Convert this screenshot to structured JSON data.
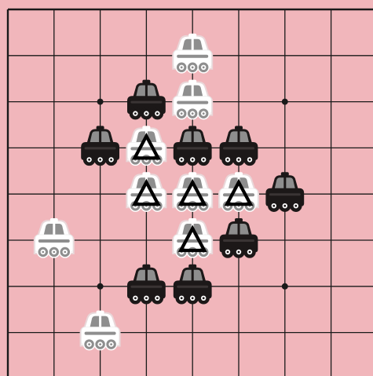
{
  "board": {
    "background_color": "#f1b6bb",
    "line_color": "#1a1a1a",
    "visible_columns": 9,
    "visible_rows": 9,
    "star_points": [
      {
        "col": 2,
        "row": 2
      },
      {
        "col": 6,
        "row": 2
      },
      {
        "col": 2,
        "row": 6
      },
      {
        "col": 6,
        "row": 6
      }
    ]
  },
  "pieces": [
    {
      "col": 4,
      "row": 1,
      "color": "white",
      "marked": false
    },
    {
      "col": 3,
      "row": 2,
      "color": "black",
      "marked": false
    },
    {
      "col": 4,
      "row": 2,
      "color": "white",
      "marked": false
    },
    {
      "col": 2,
      "row": 3,
      "color": "black",
      "marked": false
    },
    {
      "col": 3,
      "row": 3,
      "color": "white",
      "marked": true
    },
    {
      "col": 4,
      "row": 3,
      "color": "black",
      "marked": false
    },
    {
      "col": 5,
      "row": 3,
      "color": "black",
      "marked": false
    },
    {
      "col": 3,
      "row": 4,
      "color": "white",
      "marked": true
    },
    {
      "col": 4,
      "row": 4,
      "color": "white",
      "marked": true
    },
    {
      "col": 5,
      "row": 4,
      "color": "white",
      "marked": true
    },
    {
      "col": 6,
      "row": 4,
      "color": "black",
      "marked": false
    },
    {
      "col": 1,
      "row": 5,
      "color": "white",
      "marked": false
    },
    {
      "col": 4,
      "row": 5,
      "color": "white",
      "marked": true
    },
    {
      "col": 5,
      "row": 5,
      "color": "black",
      "marked": false
    },
    {
      "col": 3,
      "row": 6,
      "color": "black",
      "marked": false
    },
    {
      "col": 4,
      "row": 6,
      "color": "black",
      "marked": false
    },
    {
      "col": 2,
      "row": 7,
      "color": "white",
      "marked": false
    }
  ],
  "marker_icon": "triangle-mark-icon",
  "piece_icon": "car-icon"
}
